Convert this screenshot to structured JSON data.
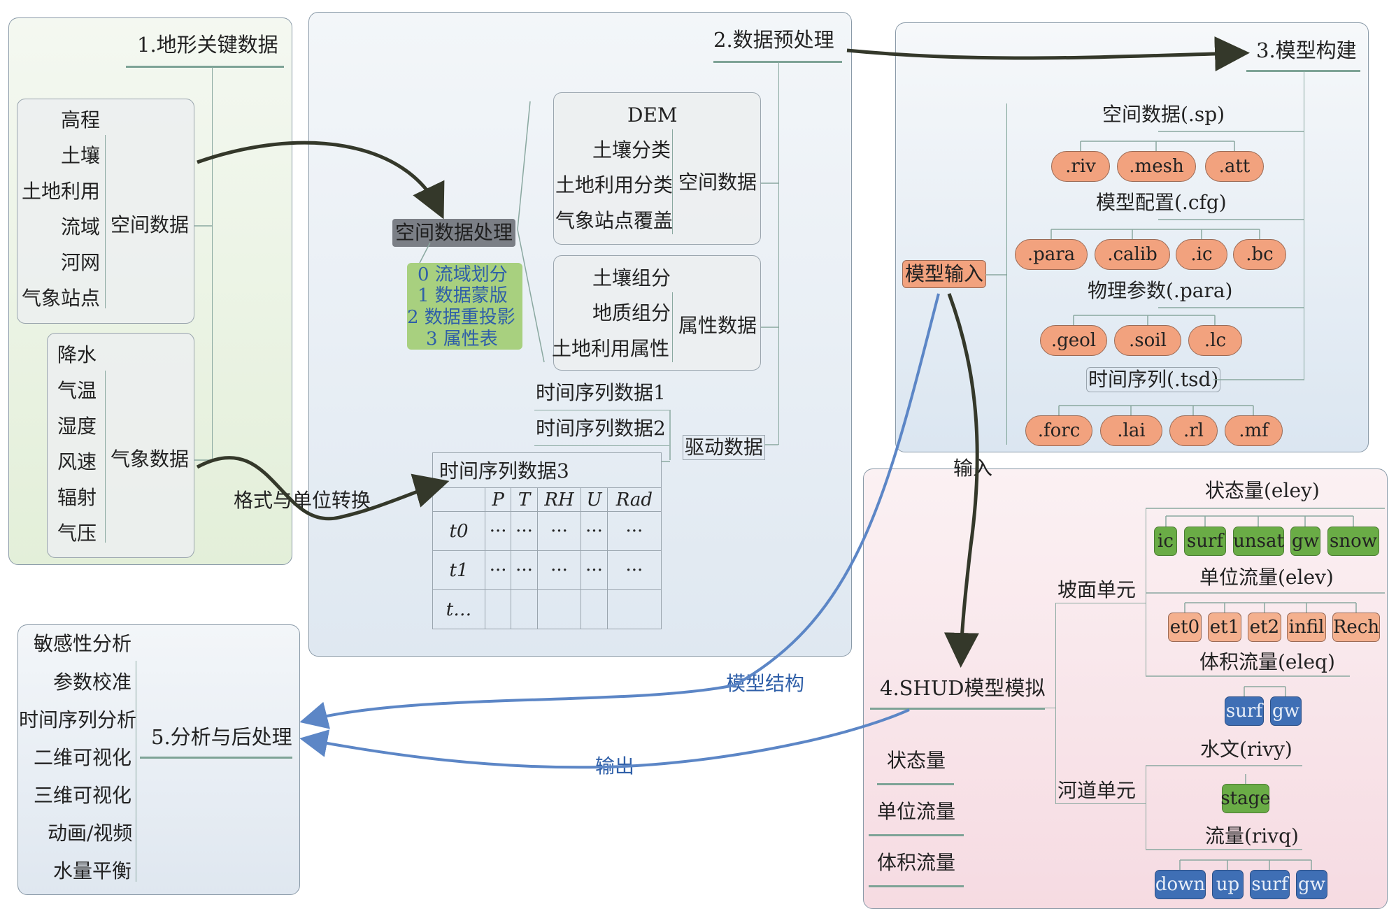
{
  "section1": {
    "title": "1.地形关键数据",
    "terrain_items": [
      "高程",
      "土壤",
      "土地利用",
      "流域",
      "河网",
      "气象站点"
    ],
    "terrain_group": "空间数据",
    "met_items": [
      "降水",
      "气温",
      "湿度",
      "风速",
      "辐射",
      "气压"
    ],
    "met_group": "气象数据"
  },
  "section2": {
    "title": "2.数据预处理",
    "spatial_processing": "空间数据处理",
    "processing_steps": [
      "0 流域划分",
      "1 数据蒙版",
      "2 数据重投影",
      "3 属性表"
    ],
    "spatial_items": [
      "DEM",
      "土壤分类",
      "土地利用分类",
      "气象站点覆盖"
    ],
    "spatial_group": "空间数据",
    "attr_items": [
      "土壤组分",
      "地质组分",
      "土地利用属性"
    ],
    "attr_group": "属性数据",
    "ts1": "时间序列数据1",
    "ts2": "时间序列数据2",
    "ts3": "时间序列数据3",
    "driver_group": "驱动数据",
    "format_conversion": "格式与单位转换",
    "ts_table": {
      "headers": [
        "P",
        "T",
        "RH",
        "U",
        "Rad"
      ],
      "rows": [
        {
          "label": "t0",
          "cells": [
            "···",
            "···",
            "···",
            "···",
            "···"
          ]
        },
        {
          "label": "t1",
          "cells": [
            "···",
            "···",
            "···",
            "···",
            "···"
          ]
        },
        {
          "label": "t…",
          "cells": [
            "",
            "",
            "",
            "",
            ""
          ]
        }
      ]
    }
  },
  "section3": {
    "title": "3.模型构建",
    "model_input": "模型输入",
    "spatial_data": "空间数据(.sp)",
    "sp_files": [
      ".riv",
      ".mesh",
      ".att"
    ],
    "model_config": "模型配置(.cfg)",
    "cfg_files": [
      ".para",
      ".calib",
      ".ic",
      ".bc"
    ],
    "phys_params": "物理参数(.para)",
    "para_files": [
      ".geol",
      ".soil",
      ".lc"
    ],
    "time_series": "时间序列(.tsd)",
    "tsd_files": [
      ".forc",
      ".lai",
      ".rl",
      ".mf"
    ]
  },
  "section4": {
    "title": "4.SHUD模型模拟",
    "input_label": "输入",
    "outputs": [
      "状态量",
      "单位流量",
      "体积流量"
    ],
    "hillslope": "坡面单元",
    "channel": "河道单元",
    "eley": "状态量(eley)",
    "eley_tags": [
      "ic",
      "surf",
      "unsat",
      "gw",
      "snow"
    ],
    "elev": "单位流量(elev)",
    "elev_tags": [
      "et0",
      "et1",
      "et2",
      "infil",
      "Rech"
    ],
    "eleq": "体积流量(eleq)",
    "eleq_tags": [
      "surf",
      "gw"
    ],
    "rivy": "水文(rivy)",
    "rivy_tags": [
      "stage"
    ],
    "rivq": "流量(rivq)",
    "rivq_tags": [
      "down",
      "up",
      "surf",
      "gw"
    ]
  },
  "section5": {
    "title": "5.分析与后处理",
    "items": [
      "敏感性分析",
      "参数校准",
      "时间序列分析",
      "二维可视化",
      "三维可视化",
      "动画/视频",
      "水量平衡"
    ],
    "model_structure_label": "模型结构",
    "output_label": "输出"
  },
  "colors": {
    "panel1": "#e9f3e2",
    "panel_blue": "#e3ebf3",
    "panel4": "#f9e3e8",
    "pill": "#f2a27e",
    "green_tag": "#6aac46",
    "blue_tag": "#3f6fb5",
    "arrow_dark": "#34382a",
    "arrow_blue": "#5c86c6"
  }
}
